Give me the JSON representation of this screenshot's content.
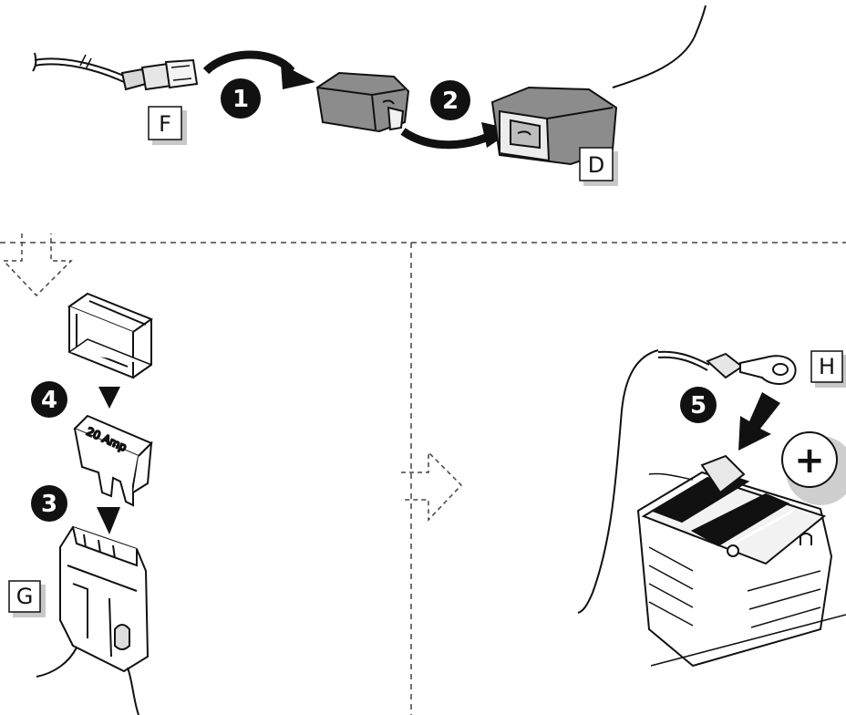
{
  "labels": {
    "f": "F",
    "d": "D",
    "g": "G",
    "h": "H"
  },
  "steps": [
    "1",
    "2",
    "3",
    "4",
    "5"
  ],
  "fuse_rating": "20 Amp",
  "polarity_symbol": "+",
  "colors": {
    "ink": "#111111",
    "connector_gray": "#8c8c8c",
    "shadow": "#c8c8c8",
    "dash": "#444444"
  }
}
